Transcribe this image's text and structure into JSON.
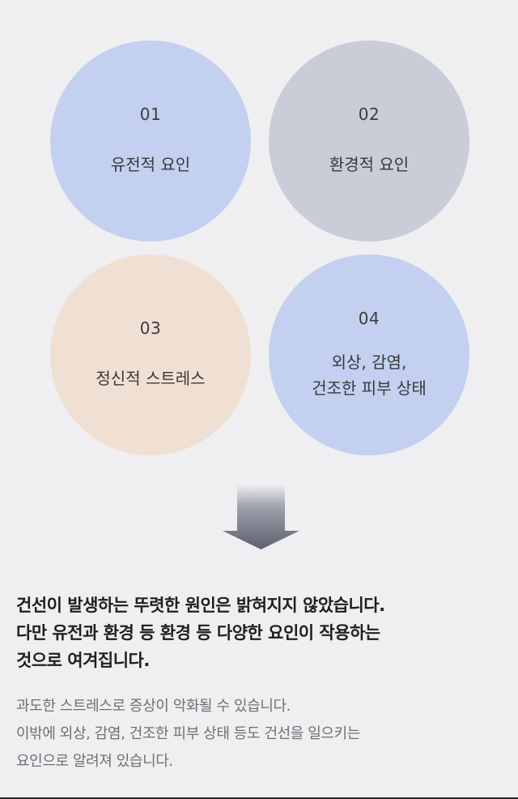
{
  "causes": [
    {
      "number": "01",
      "label": "유전적 요인"
    },
    {
      "number": "02",
      "label": "환경적 요인"
    },
    {
      "number": "03",
      "label": "정신적 스트레스"
    },
    {
      "number": "04",
      "label": "외상, 감염,\n건조한 피부 상태"
    }
  ],
  "headline": "건선이 발생하는 뚜렷한 원인은 밝혀지지 않았습니다.\n다만 유전과 환경 등 환경 등 다양한 요인이 작용하는\n것으로 여겨집니다.",
  "description": "과도한 스트레스로 증상이 악화될 수 있습니다.\n이밖에 외상, 감염, 건조한 피부 상태 등도 건선을 일으키는\n요인으로 알려져 있습니다.",
  "colors": {
    "background": "#efeff1",
    "circle_blue": "#c3d0ef",
    "circle_gray": "#c9cdd7",
    "circle_peach": "#f0e0d4",
    "arrow": "#5c6070"
  }
}
